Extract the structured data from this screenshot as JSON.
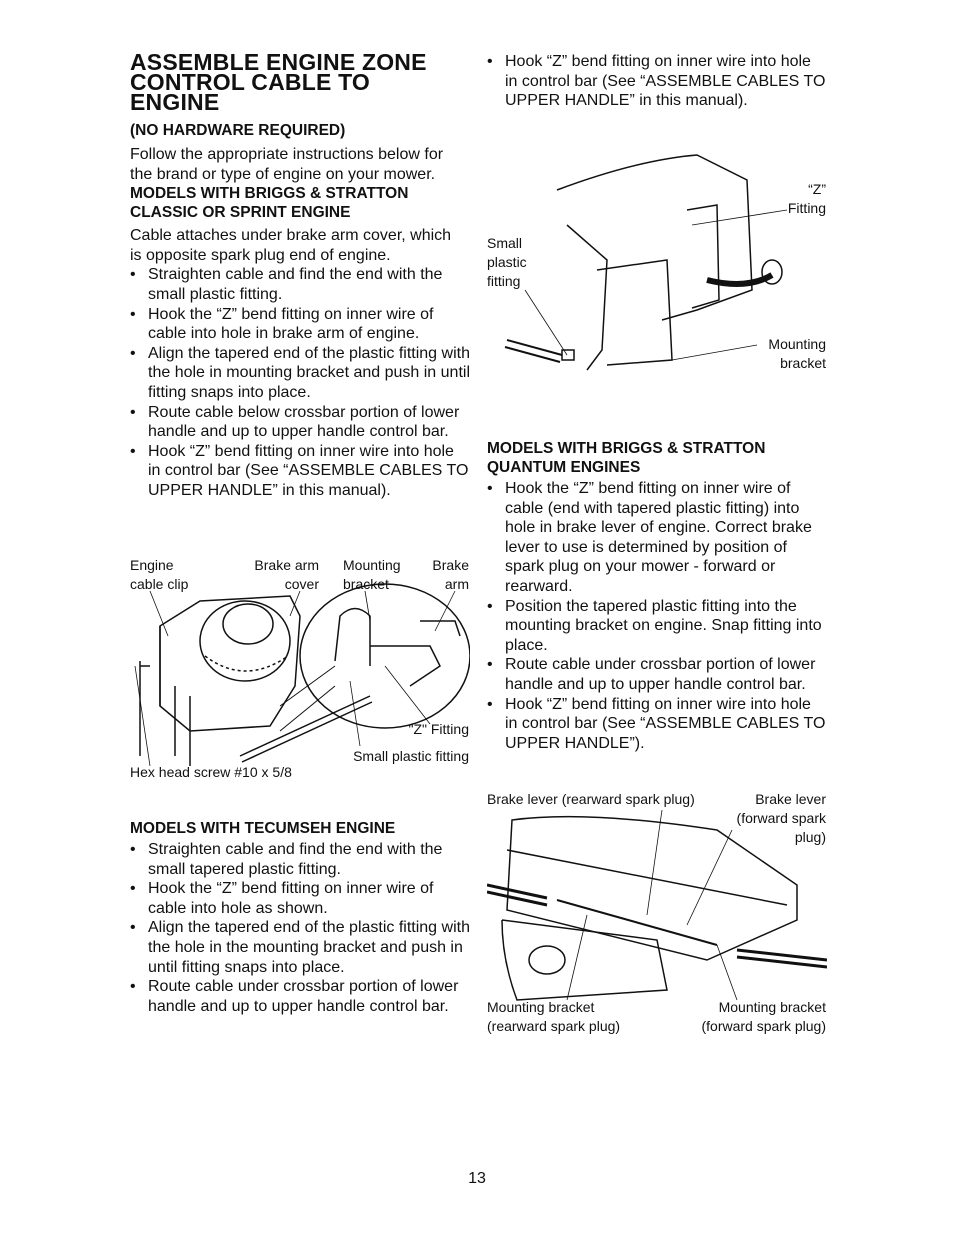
{
  "title": [
    "ASSEMBLE ENGINE ZONE",
    "CONTROL CABLE TO",
    "ENGINE"
  ],
  "subtitle": "(NO HARDWARE REQUIRED)",
  "intro": [
    "Follow the appropriate instructions below for",
    "the brand or type of engine on your mower."
  ],
  "classic": {
    "heading": [
      "MODELS WITH BRIGGS & STRATTON",
      "CLASSIC OR SPRINT ENGINE"
    ],
    "para": [
      "Cable attaches under brake arm cover, which",
      "is opposite spark plug end of engine."
    ],
    "bullets": [
      "Straighten cable and find the end with the small plastic fitting.",
      "Hook the “Z” bend fitting on inner wire of cable into hole in brake arm of engine.",
      "Align the tapered end of the plastic fitting with the hole in mounting bracket and push in until fitting snaps into place.",
      "Route cable below crossbar portion of lower handle and up to upper handle control bar.",
      "Hook “Z” bend fitting on inner wire into hole in control bar (See “ASSEMBLE CABLES TO UPPER HANDLE” in this manual)."
    ]
  },
  "fig1": {
    "engine_clip": [
      "Engine",
      "cable clip"
    ],
    "brake_arm_cover": [
      "Brake arm",
      "cover"
    ],
    "mounting_bracket": [
      "Mounting",
      "bracket"
    ],
    "brake_arm": [
      "Brake",
      "arm"
    ],
    "z_fitting": "\"Z\" Fitting",
    "small_plastic": "Small plastic fitting",
    "hex_screw": "Hex head screw  #10 x 5/8"
  },
  "tecumseh": {
    "heading": "MODELS WITH TECUMSEH ENGINE",
    "bullets": [
      "Straighten cable and find the end with the small tapered plastic fitting.",
      "Hook the “Z” bend fitting on inner wire of cable into hole as shown.",
      "Align the tapered end of the plastic fitting with the hole in the mounting bracket and push in until fitting snaps into place.",
      "Route cable under crossbar portion of lower handle and up to upper handle control bar."
    ]
  },
  "right_top_bullet": "Hook “Z” bend fitting on inner wire into hole in control bar (See “ASSEMBLE CABLES TO UPPER HANDLE” in this manual).",
  "fig2": {
    "z_fitting": [
      "“Z”",
      "Fitting"
    ],
    "small_plastic": [
      "Small",
      "plastic",
      "fitting"
    ],
    "mounting_bracket": [
      "Mounting",
      "bracket"
    ]
  },
  "quantum": {
    "heading": [
      "MODELS WITH BRIGGS & STRATTON",
      "QUANTUM ENGINES"
    ],
    "bullets": [
      "Hook the “Z” bend fitting on inner wire of cable (end with tapered plastic fitting) into hole in brake lever of engine. Correct brake lever to use is determined by position of spark plug on your mower - forward or rearward.",
      "Position the tapered plastic fitting into the mounting bracket on engine. Snap fitting into place.",
      "Route cable under crossbar portion of lower handle and up to upper handle control bar.",
      "Hook “Z” bend fitting on inner wire into hole in control bar (See “ASSEMBLE CABLES TO UPPER HANDLE”)."
    ]
  },
  "fig3": {
    "brake_rear": "Brake lever (rearward spark plug)",
    "brake_fwd": [
      "Brake lever",
      "(forward spark",
      "plug)"
    ],
    "mb_rear": [
      "Mounting bracket",
      "(rearward spark plug)"
    ],
    "mb_fwd": [
      "Mounting bracket",
      "(forward spark plug)"
    ]
  },
  "page_number": "13"
}
